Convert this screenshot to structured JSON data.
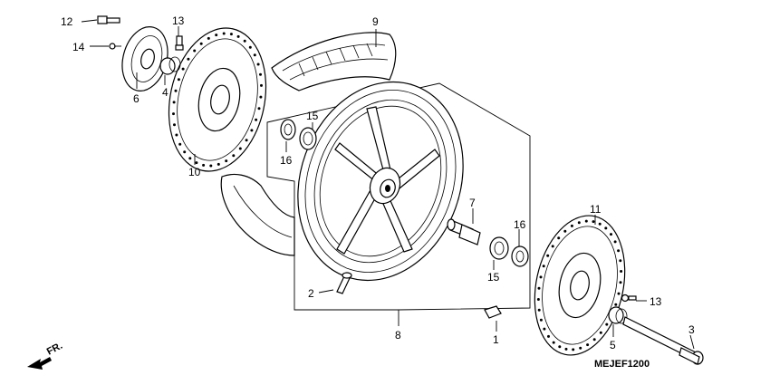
{
  "diagram_code": "MEJEF1200",
  "direction_marker": "FR.",
  "callouts": [
    {
      "id": "c12a",
      "text": "12"
    },
    {
      "id": "c13a",
      "text": "13"
    },
    {
      "id": "c14",
      "text": "14"
    },
    {
      "id": "c6",
      "text": "6"
    },
    {
      "id": "c4",
      "text": "4"
    },
    {
      "id": "c9",
      "text": "9"
    },
    {
      "id": "c10",
      "text": "10"
    },
    {
      "id": "c15a",
      "text": "15"
    },
    {
      "id": "c16a",
      "text": "16"
    },
    {
      "id": "c7",
      "text": "7"
    },
    {
      "id": "c16b",
      "text": "16"
    },
    {
      "id": "c15b",
      "text": "15"
    },
    {
      "id": "c11",
      "text": "11"
    },
    {
      "id": "c13b",
      "text": "13"
    },
    {
      "id": "c2",
      "text": "2"
    },
    {
      "id": "c8",
      "text": "8"
    },
    {
      "id": "c1",
      "text": "1"
    },
    {
      "id": "c5",
      "text": "5"
    },
    {
      "id": "c3",
      "text": "3"
    }
  ]
}
